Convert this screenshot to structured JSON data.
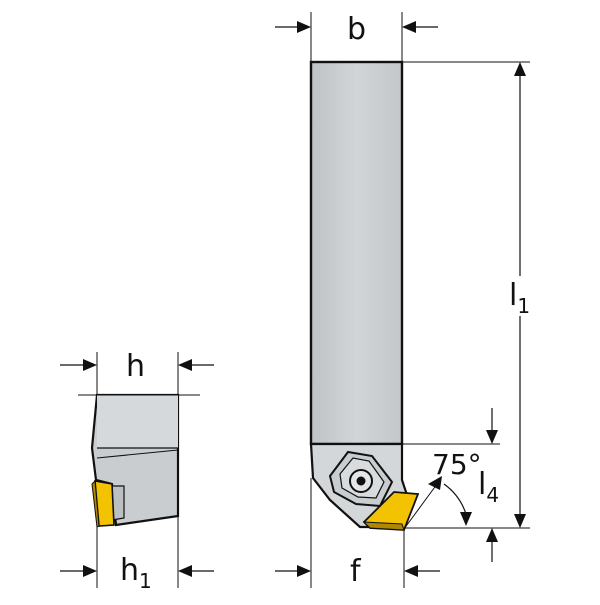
{
  "drawing": {
    "colors": {
      "line": "#111111",
      "body": "#c9cdd0",
      "body_light": "#d9dcde",
      "insert": "#f3c200",
      "insert_dark": "#b08800"
    },
    "labels": {
      "b": "b",
      "h": "h",
      "h1_main": "h",
      "h1_sub": "1",
      "l1_main": "l",
      "l1_sub": "1",
      "l4_main": "l",
      "l4_sub": "4",
      "f": "f",
      "angle": "75°"
    }
  }
}
